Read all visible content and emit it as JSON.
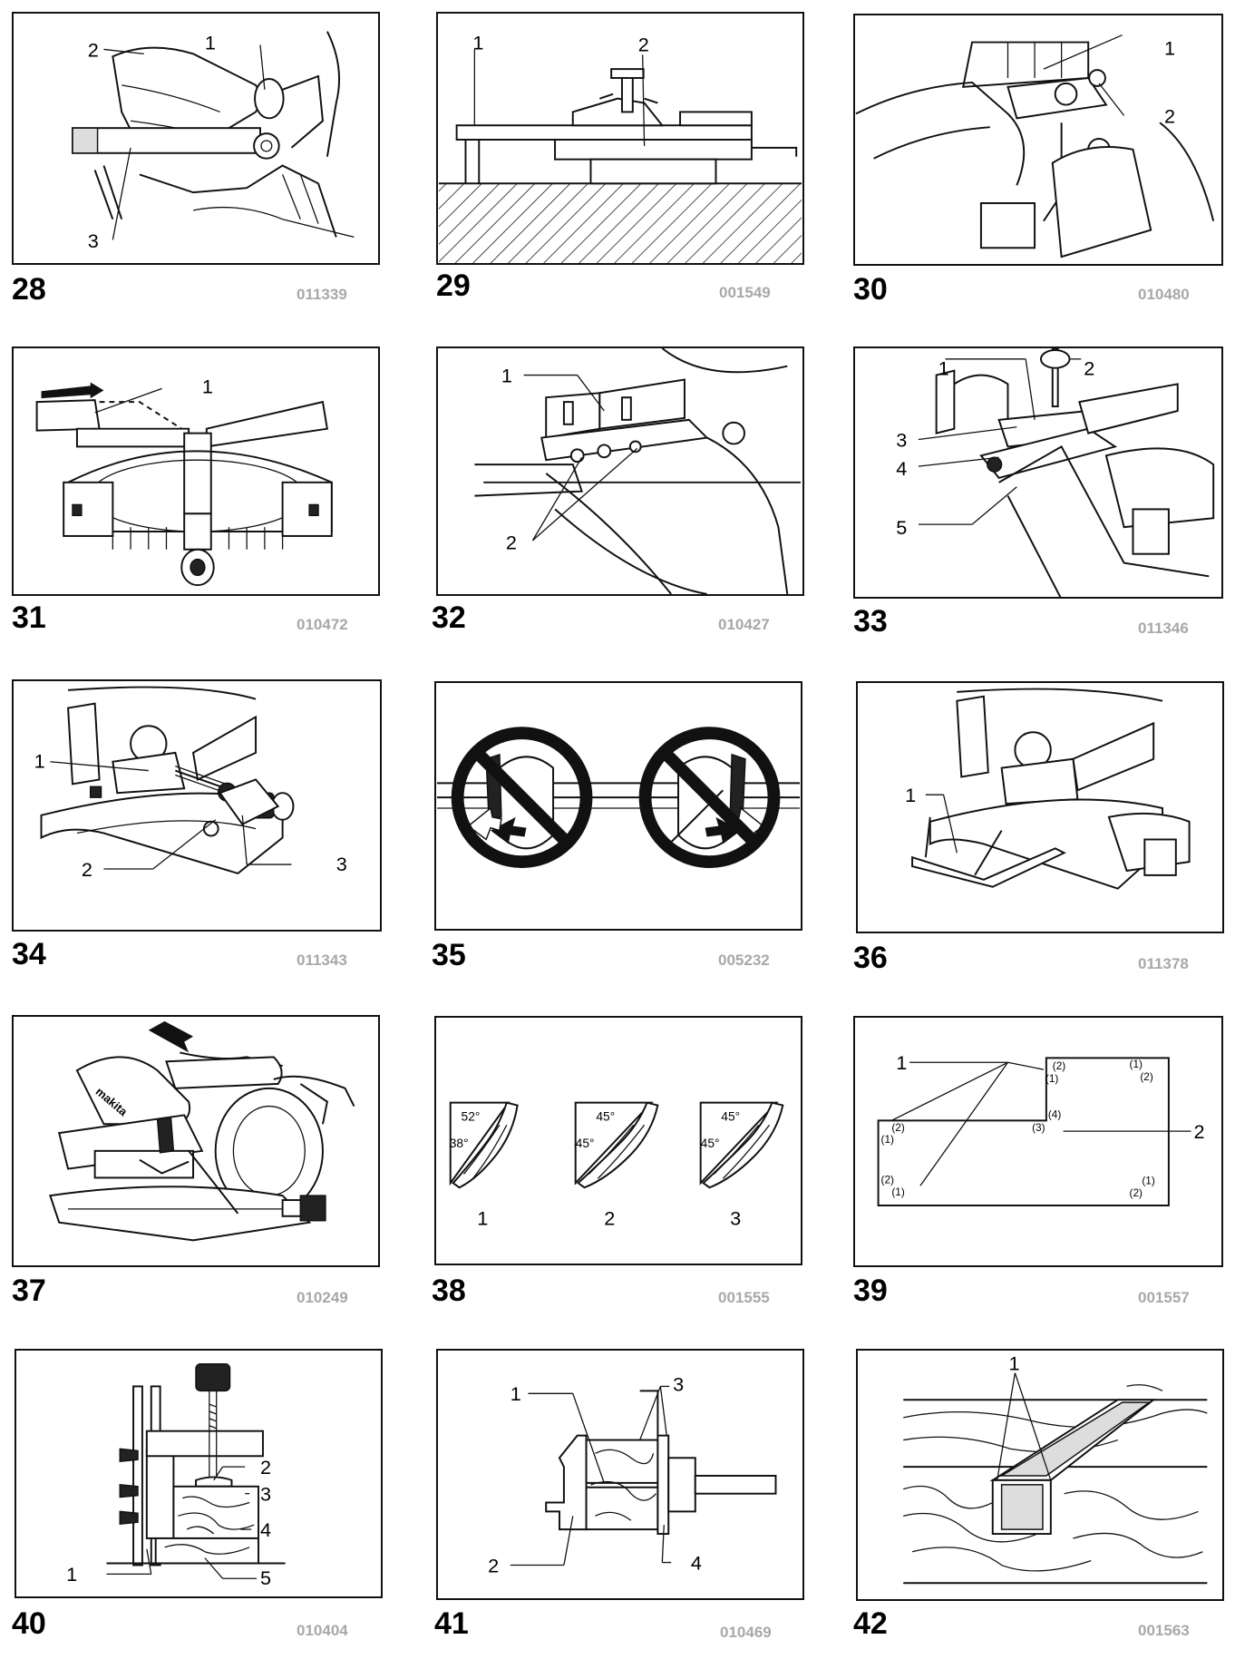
{
  "figures": [
    {
      "number": "28",
      "code": "011339",
      "callouts": [
        "1",
        "2",
        "3"
      ]
    },
    {
      "number": "29",
      "code": "001549",
      "callouts": [
        "1",
        "2"
      ]
    },
    {
      "number": "30",
      "code": "010480",
      "callouts": [
        "1",
        "2"
      ]
    },
    {
      "number": "31",
      "code": "010472",
      "callouts": [
        "1"
      ]
    },
    {
      "number": "32",
      "code": "010427",
      "callouts": [
        "1",
        "2"
      ]
    },
    {
      "number": "33",
      "code": "011346",
      "callouts": [
        "1",
        "2",
        "3",
        "4",
        "5"
      ]
    },
    {
      "number": "34",
      "code": "011343",
      "callouts": [
        "1",
        "2",
        "3"
      ]
    },
    {
      "number": "35",
      "code": "005232",
      "callouts": []
    },
    {
      "number": "36",
      "code": "011378",
      "callouts": [
        "1"
      ]
    },
    {
      "number": "37",
      "code": "010249",
      "callouts": []
    },
    {
      "number": "38",
      "code": "001555",
      "callouts": [
        "1",
        "2",
        "3"
      ],
      "angles": {
        "a1": "52°",
        "a2": "38°",
        "b1": "45°",
        "b2": "45°",
        "c1": "45°",
        "c2": "45°"
      }
    },
    {
      "number": "39",
      "code": "001557",
      "callouts": [
        "1",
        "2"
      ],
      "corner_marks": {
        "m1": "(1)",
        "m2": "(2)",
        "m3": "(3)",
        "m4": "(4)"
      }
    },
    {
      "number": "40",
      "code": "010404",
      "callouts": [
        "1",
        "2",
        "3",
        "4",
        "5"
      ]
    },
    {
      "number": "41",
      "code": "010469",
      "callouts": [
        "1",
        "2",
        "3",
        "4"
      ]
    },
    {
      "number": "42",
      "code": "001563",
      "callouts": [
        "1"
      ]
    }
  ]
}
